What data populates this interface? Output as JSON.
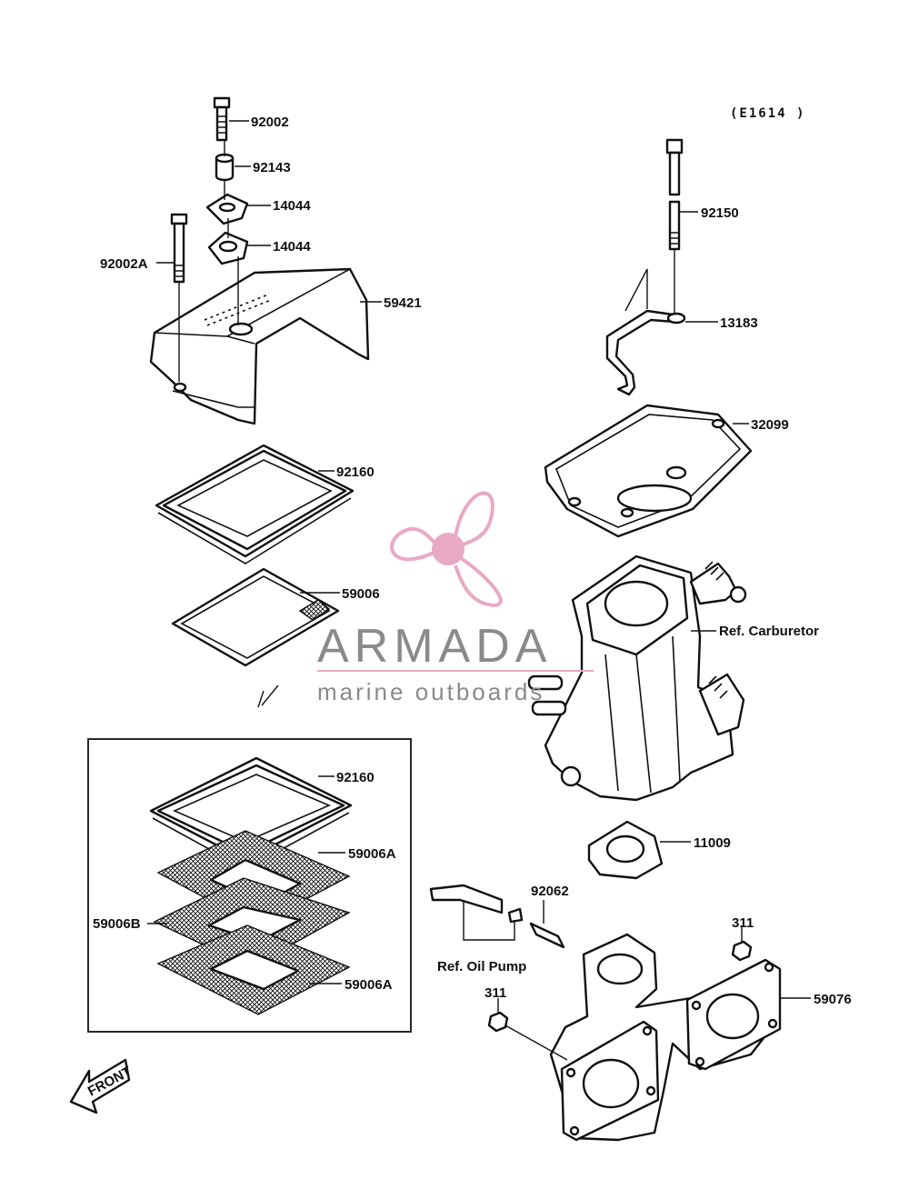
{
  "diagram": {
    "code": "(E1614 )",
    "parts": [
      {
        "id": "92002",
        "label": "92002"
      },
      {
        "id": "92143",
        "label": "92143"
      },
      {
        "id": "14044a",
        "label": "14044"
      },
      {
        "id": "14044b",
        "label": "14044"
      },
      {
        "id": "92002A",
        "label": "92002A"
      },
      {
        "id": "59421",
        "label": "59421"
      },
      {
        "id": "92160a",
        "label": "92160"
      },
      {
        "id": "59006",
        "label": "59006"
      },
      {
        "id": "92150",
        "label": "92150"
      },
      {
        "id": "13183",
        "label": "13183"
      },
      {
        "id": "32099",
        "label": "32099"
      },
      {
        "id": "ref-carb",
        "label": "Ref. Carburetor"
      },
      {
        "id": "92160b",
        "label": "92160"
      },
      {
        "id": "59006Aa",
        "label": "59006A"
      },
      {
        "id": "59006B",
        "label": "59006B"
      },
      {
        "id": "59006Ab",
        "label": "59006A"
      },
      {
        "id": "11009",
        "label": "11009"
      },
      {
        "id": "92062",
        "label": "92062"
      },
      {
        "id": "ref-oil",
        "label": "Ref. Oil Pump"
      },
      {
        "id": "311a",
        "label": "311"
      },
      {
        "id": "311b",
        "label": "311"
      },
      {
        "id": "59076",
        "label": "59076"
      }
    ],
    "front_label": "FRONT"
  },
  "watermark": {
    "brand": "ARMADA",
    "tagline": "marine outboards",
    "color": "#e8a9c4",
    "text_color": "#8a8a8a",
    "icon": "propeller-icon"
  },
  "colors": {
    "line": "#111111",
    "background": "#ffffff"
  }
}
